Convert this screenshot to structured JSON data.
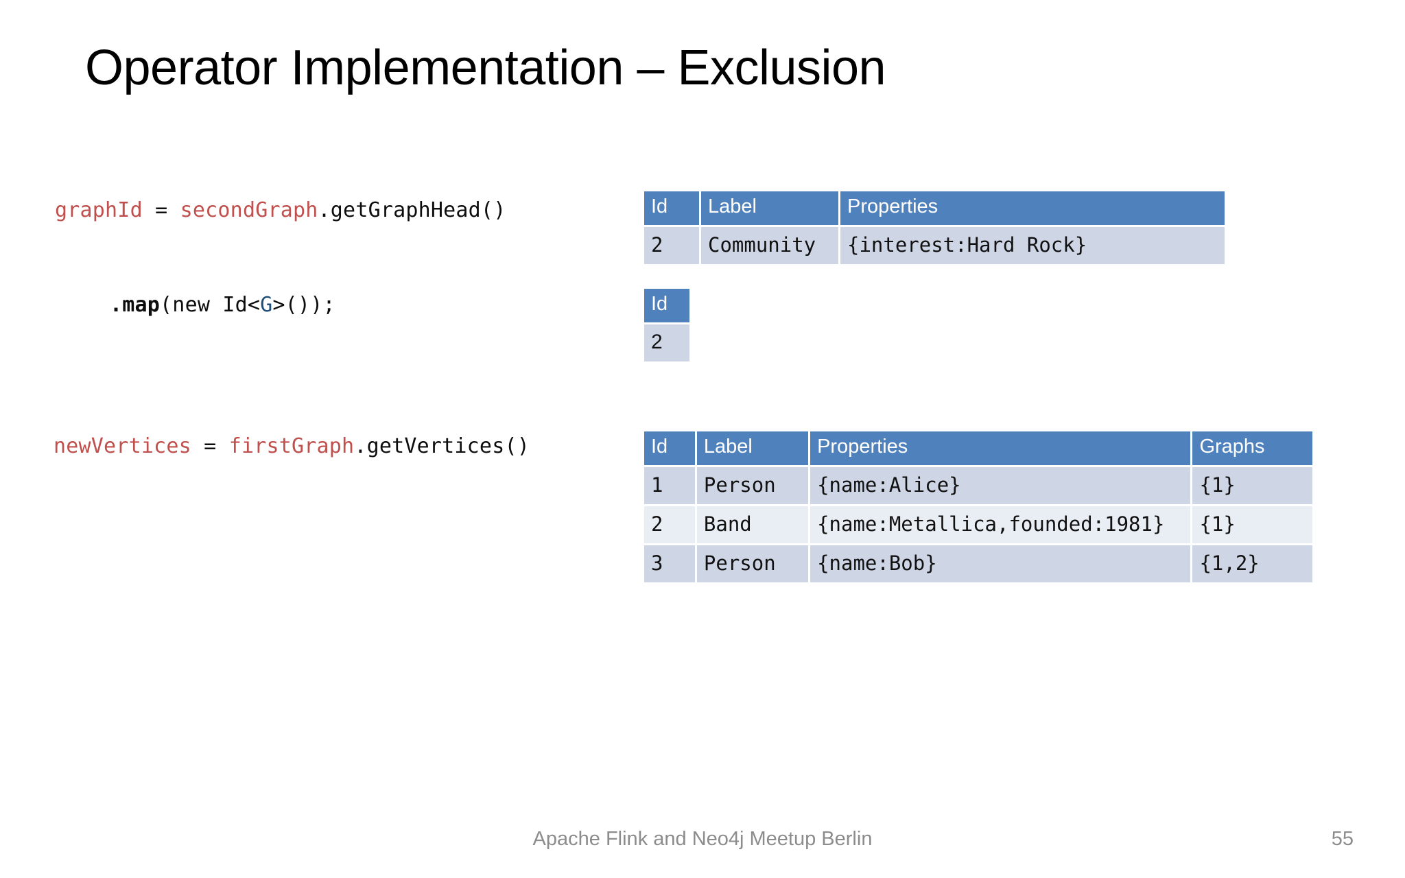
{
  "slide": {
    "title": "Operator Implementation – Exclusion",
    "footer": "Apache Flink and Neo4j Meetup Berlin",
    "page_number": "55"
  },
  "colors": {
    "header_blue": "#4f81bd",
    "row_shade_dark": "#ced5e5",
    "row_shade_light": "#e9edf4",
    "code_variable": "#c0504d",
    "code_generic_type": "#1f4e79",
    "code_default": "#0d0d0d",
    "footer_gray": "#8c8c8c"
  },
  "code": {
    "line1": {
      "t1": "graphId",
      "t2": " = ",
      "t3": "secondGraph",
      "t4": ".getGraphHead()"
    },
    "line2": {
      "t1": ".map",
      "t2": "(new Id<",
      "t3": "G",
      "t4": ">());"
    },
    "line3": {
      "t1": "newVertices",
      "t2": " = ",
      "t3": "firstGraph",
      "t4": ".getVertices()"
    }
  },
  "tables": {
    "graph_head": {
      "columns": [
        "Id",
        "Label",
        "Properties"
      ],
      "rows": [
        [
          "2",
          "Community",
          "{interest:Hard Rock}"
        ]
      ]
    },
    "graph_id": {
      "columns": [
        "Id"
      ],
      "rows": [
        [
          "2"
        ]
      ]
    },
    "vertices": {
      "columns": [
        "Id",
        "Label",
        "Properties",
        "Graphs"
      ],
      "rows": [
        [
          "1",
          "Person",
          "{name:Alice}",
          "{1}"
        ],
        [
          "2",
          "Band",
          "{name:Metallica,founded:1981}",
          "{1}"
        ],
        [
          "3",
          "Person",
          "{name:Bob}",
          "{1,2}"
        ]
      ]
    }
  }
}
